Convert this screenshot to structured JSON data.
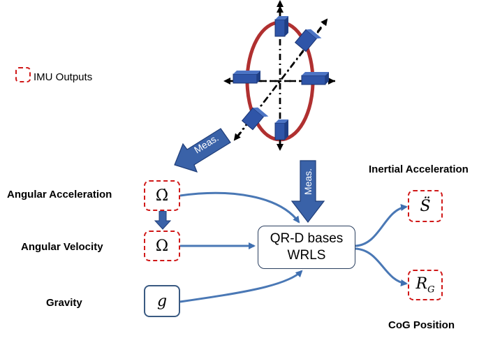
{
  "legend": {
    "label": "IMU Outputs"
  },
  "inputs": {
    "angular_acceleration": {
      "label": "Angular Acceleration",
      "symbol": "Ω̇"
    },
    "angular_velocity": {
      "label": "Angular Velocity",
      "symbol": "Ω"
    },
    "gravity": {
      "label": "Gravity",
      "symbol": "g"
    }
  },
  "processor": {
    "line1": "QR-D bases",
    "line2": "WRLS"
  },
  "outputs": {
    "inertial_acceleration": {
      "label": "Inertial Acceleration",
      "symbol": "S̈"
    },
    "cog_position": {
      "label": "CoG Position",
      "symbol": "R",
      "subscript": "G"
    }
  },
  "arrows": {
    "meas_diagonal": "Meas.",
    "meas_vertical": "Meas."
  },
  "colors": {
    "ring": "#b03030",
    "imu_block": "#2f55a8",
    "flow_arrow": "#4a78b5",
    "dashed_border": "#d01818"
  }
}
